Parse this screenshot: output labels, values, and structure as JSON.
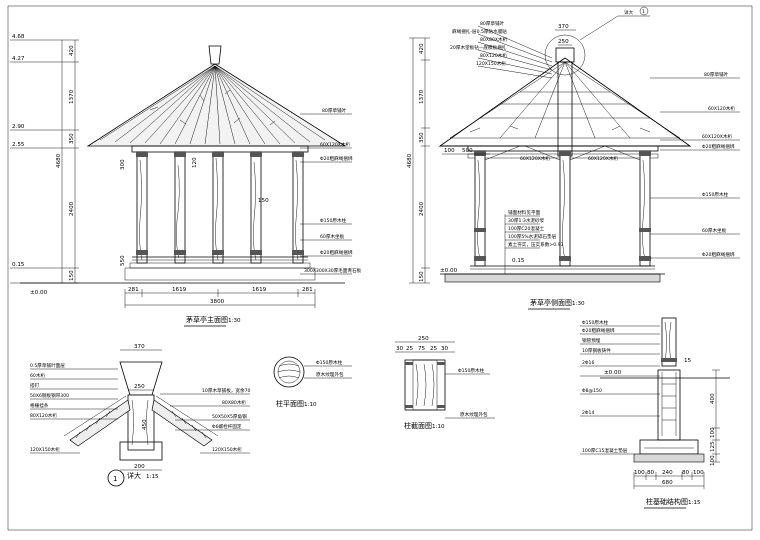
{
  "front": {
    "title": "茅草亭主面图",
    "scale": "1:30",
    "levels": [
      "4.68",
      "4.27",
      "2.90",
      "2.55",
      "0.15",
      "±0.00"
    ],
    "vdims": [
      "420",
      "1370",
      "350",
      "4680",
      "2400",
      "150"
    ],
    "inner_dims": [
      "300",
      "120",
      "150",
      "550"
    ],
    "hdims": [
      "281",
      "1619",
      "1619",
      "281"
    ],
    "total": "3800",
    "labels": [
      "80厚草铺叶",
      "60X120X木桁",
      "Φ20粗麻绳捆绑",
      "Φ150原木柱",
      "60厚木坐板",
      "Φ20粗麻绳捆绑",
      "300X300X30厚毛面青石板"
    ]
  },
  "side": {
    "title": "茅草亭侧面图",
    "scale": "1:30",
    "callout": "详大",
    "callout_no": "1",
    "top_dims": [
      "370",
      "250"
    ],
    "top_labels": [
      "80厚草铺叶",
      "麻绳捆扎-层0.5厚防水膜贴",
      "80X80X木桁",
      "20厚木望板钻—底模板捆扎",
      "80X120木桁",
      "120X150木桁"
    ],
    "right_labels": [
      "80厚草铺叶",
      "60X120木桁",
      "60X120X木桁",
      "Φ20粗麻绳捆绑",
      "Φ150原木柱",
      "60厚木坐板",
      "Φ20粗麻绳捆绑"
    ],
    "mid_labels": [
      "60X120X木桁",
      "60X120X木桁"
    ],
    "small_dims": [
      "100",
      "500"
    ],
    "vdims": [
      "420",
      "1370",
      "350",
      "4680",
      "2400",
      "150"
    ],
    "foundation": [
      "铺面材料见平面",
      "30厚1:3水泥砂浆",
      "100厚C20混凝土",
      "100厚5%水泥碎石垫层",
      "素土夯实，压实系数>0.93"
    ],
    "levels": [
      "±0.00",
      "0.15"
    ]
  },
  "detail1": {
    "title": "详大",
    "no": "1",
    "scale": "1:15",
    "dims": [
      "370",
      "250",
      "200"
    ],
    "left_labels": [
      "0.5厚草铺叶面层",
      "60木桁",
      "搭钉",
      "50X6钢板钢带300",
      "格栅挂条",
      "80X120木桁"
    ],
    "right_labels": [
      "10厚木草铺板，宽余70",
      "80X80木桁",
      "50X50X5厚角钢",
      "Φ6螺栓杆固定"
    ],
    "bottom_left": "120X150木桁",
    "bottom_right": "120X150木桁",
    "center_dim": "450"
  },
  "column_plan": {
    "title": "柱平面图",
    "scale": "1:10",
    "labels": [
      "Φ150原木柱",
      "原木纹理外包"
    ]
  },
  "column_section": {
    "title": "柱截面图",
    "scale": "1:10",
    "dims": [
      "250",
      "30",
      "25",
      "75",
      "25",
      "30"
    ],
    "labels": [
      "Φ150原木柱",
      "原木纹理外包"
    ]
  },
  "footing": {
    "title": "柱基础结构图",
    "scale": "1:15",
    "labels": [
      "Φ150原木柱",
      "Φ20粗麻绳捆绑",
      "钢管预埋",
      "10厚钢板铸件",
      "2Φ16",
      "Φ8@150",
      "2Φ14",
      "100厚C15混凝土垫层"
    ],
    "level": "±0.00",
    "top_dim": "15",
    "vdims": [
      "400",
      "100",
      "125",
      "100"
    ],
    "hdims": [
      "100",
      "80",
      "240",
      "80",
      "100"
    ],
    "total": "680"
  }
}
